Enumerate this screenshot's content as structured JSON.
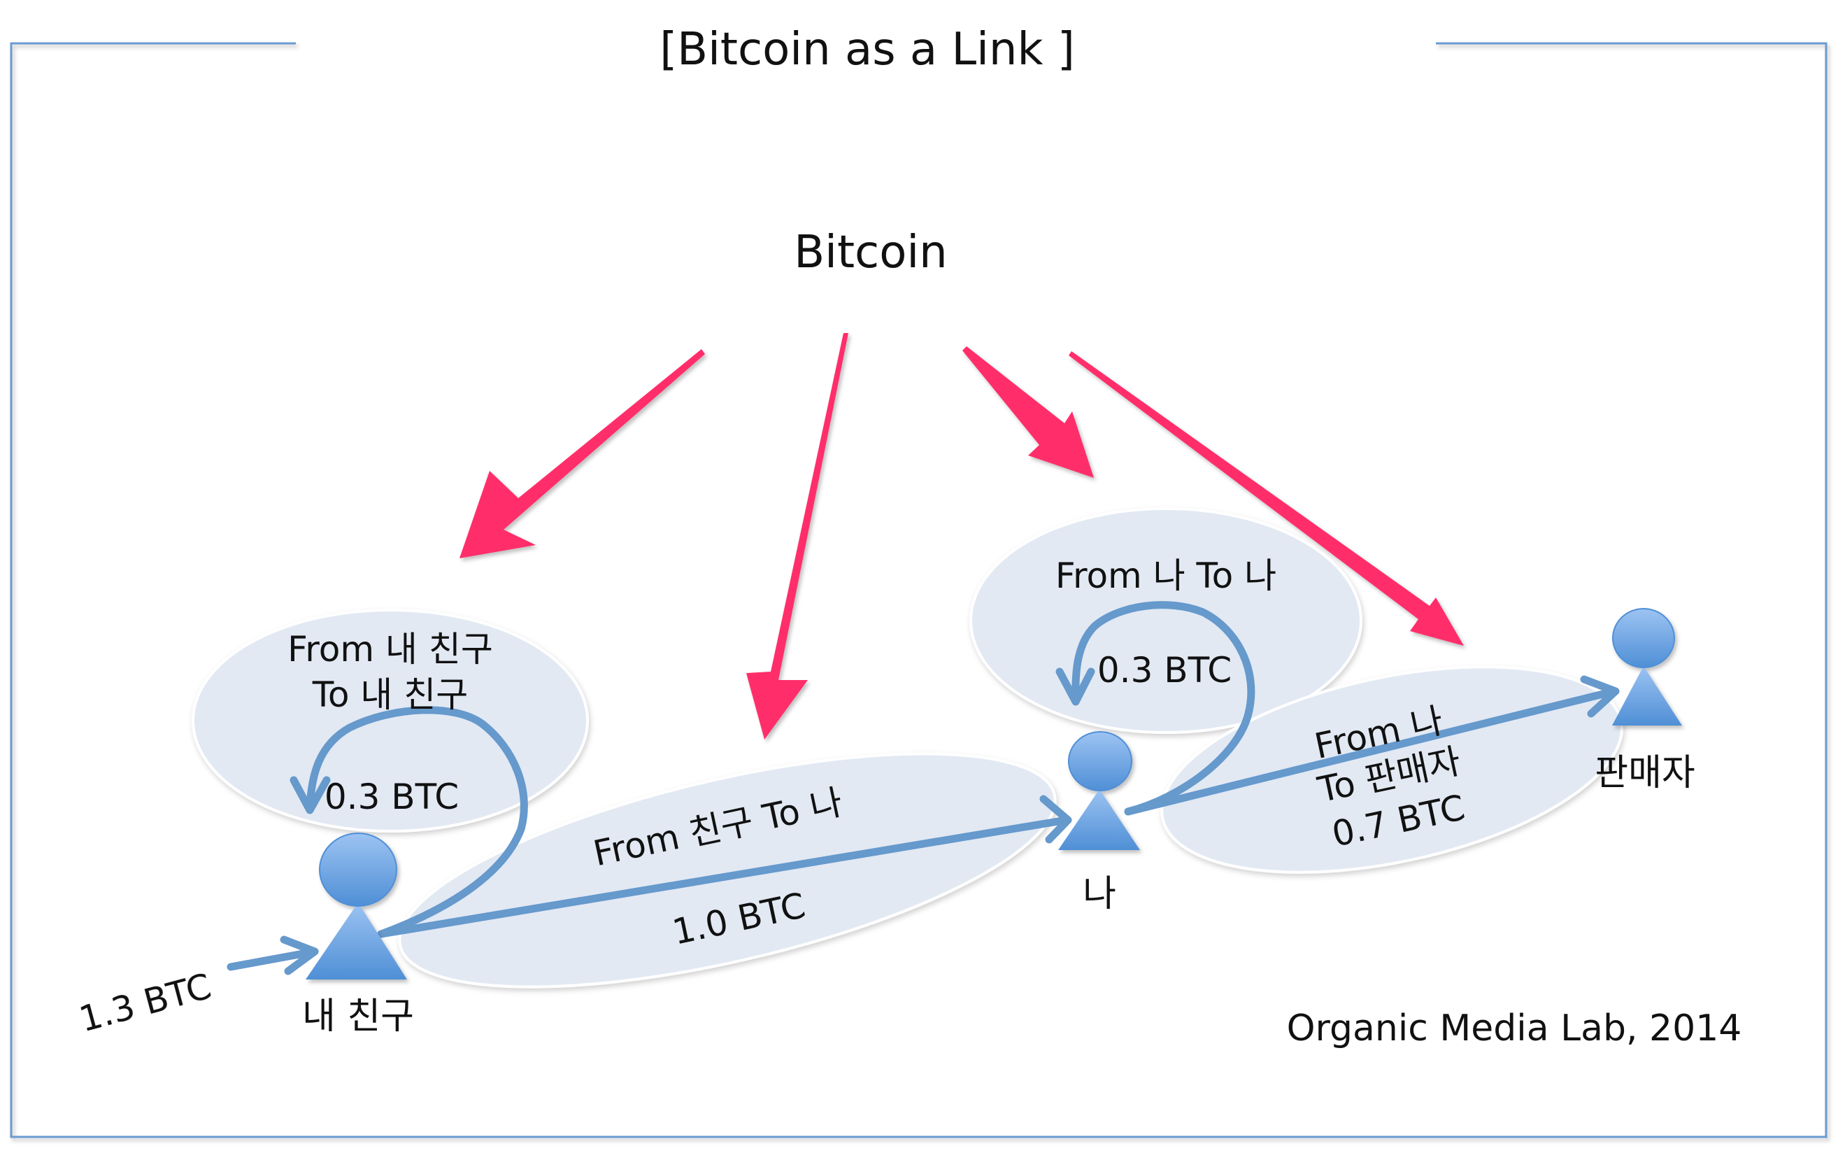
{
  "title": "[Bitcoin as a Link ]",
  "center_label": "Bitcoin",
  "footer": "Organic Media Lab, 2014",
  "colors": {
    "frame": "#6b9bd1",
    "pink_arrow": "#ff2d6b",
    "flow_arrow": "#6699cc",
    "bubble_fill": "#e2e9f3",
    "person_light": "#9cc3f2",
    "person_dark": "#4f8fd6"
  },
  "people": [
    {
      "id": "friend",
      "label": "내 친구"
    },
    {
      "id": "me",
      "label": "나"
    },
    {
      "id": "seller",
      "label": "판매자"
    }
  ],
  "transactions": [
    {
      "id": "friend-self",
      "lines": [
        "From 내 친구",
        "To 내 친구"
      ],
      "amount": "0.3 BTC"
    },
    {
      "id": "friend-to-me",
      "lines": [
        "From 친구 To 나"
      ],
      "amount": "1.0 BTC"
    },
    {
      "id": "me-self",
      "lines": [
        "From 나 To 나"
      ],
      "amount": "0.3 BTC"
    },
    {
      "id": "me-to-seller",
      "lines": [
        "From 나",
        "To 판매자"
      ],
      "amount": "0.7 BTC"
    }
  ],
  "incoming": {
    "amount": "1.3 BTC"
  }
}
